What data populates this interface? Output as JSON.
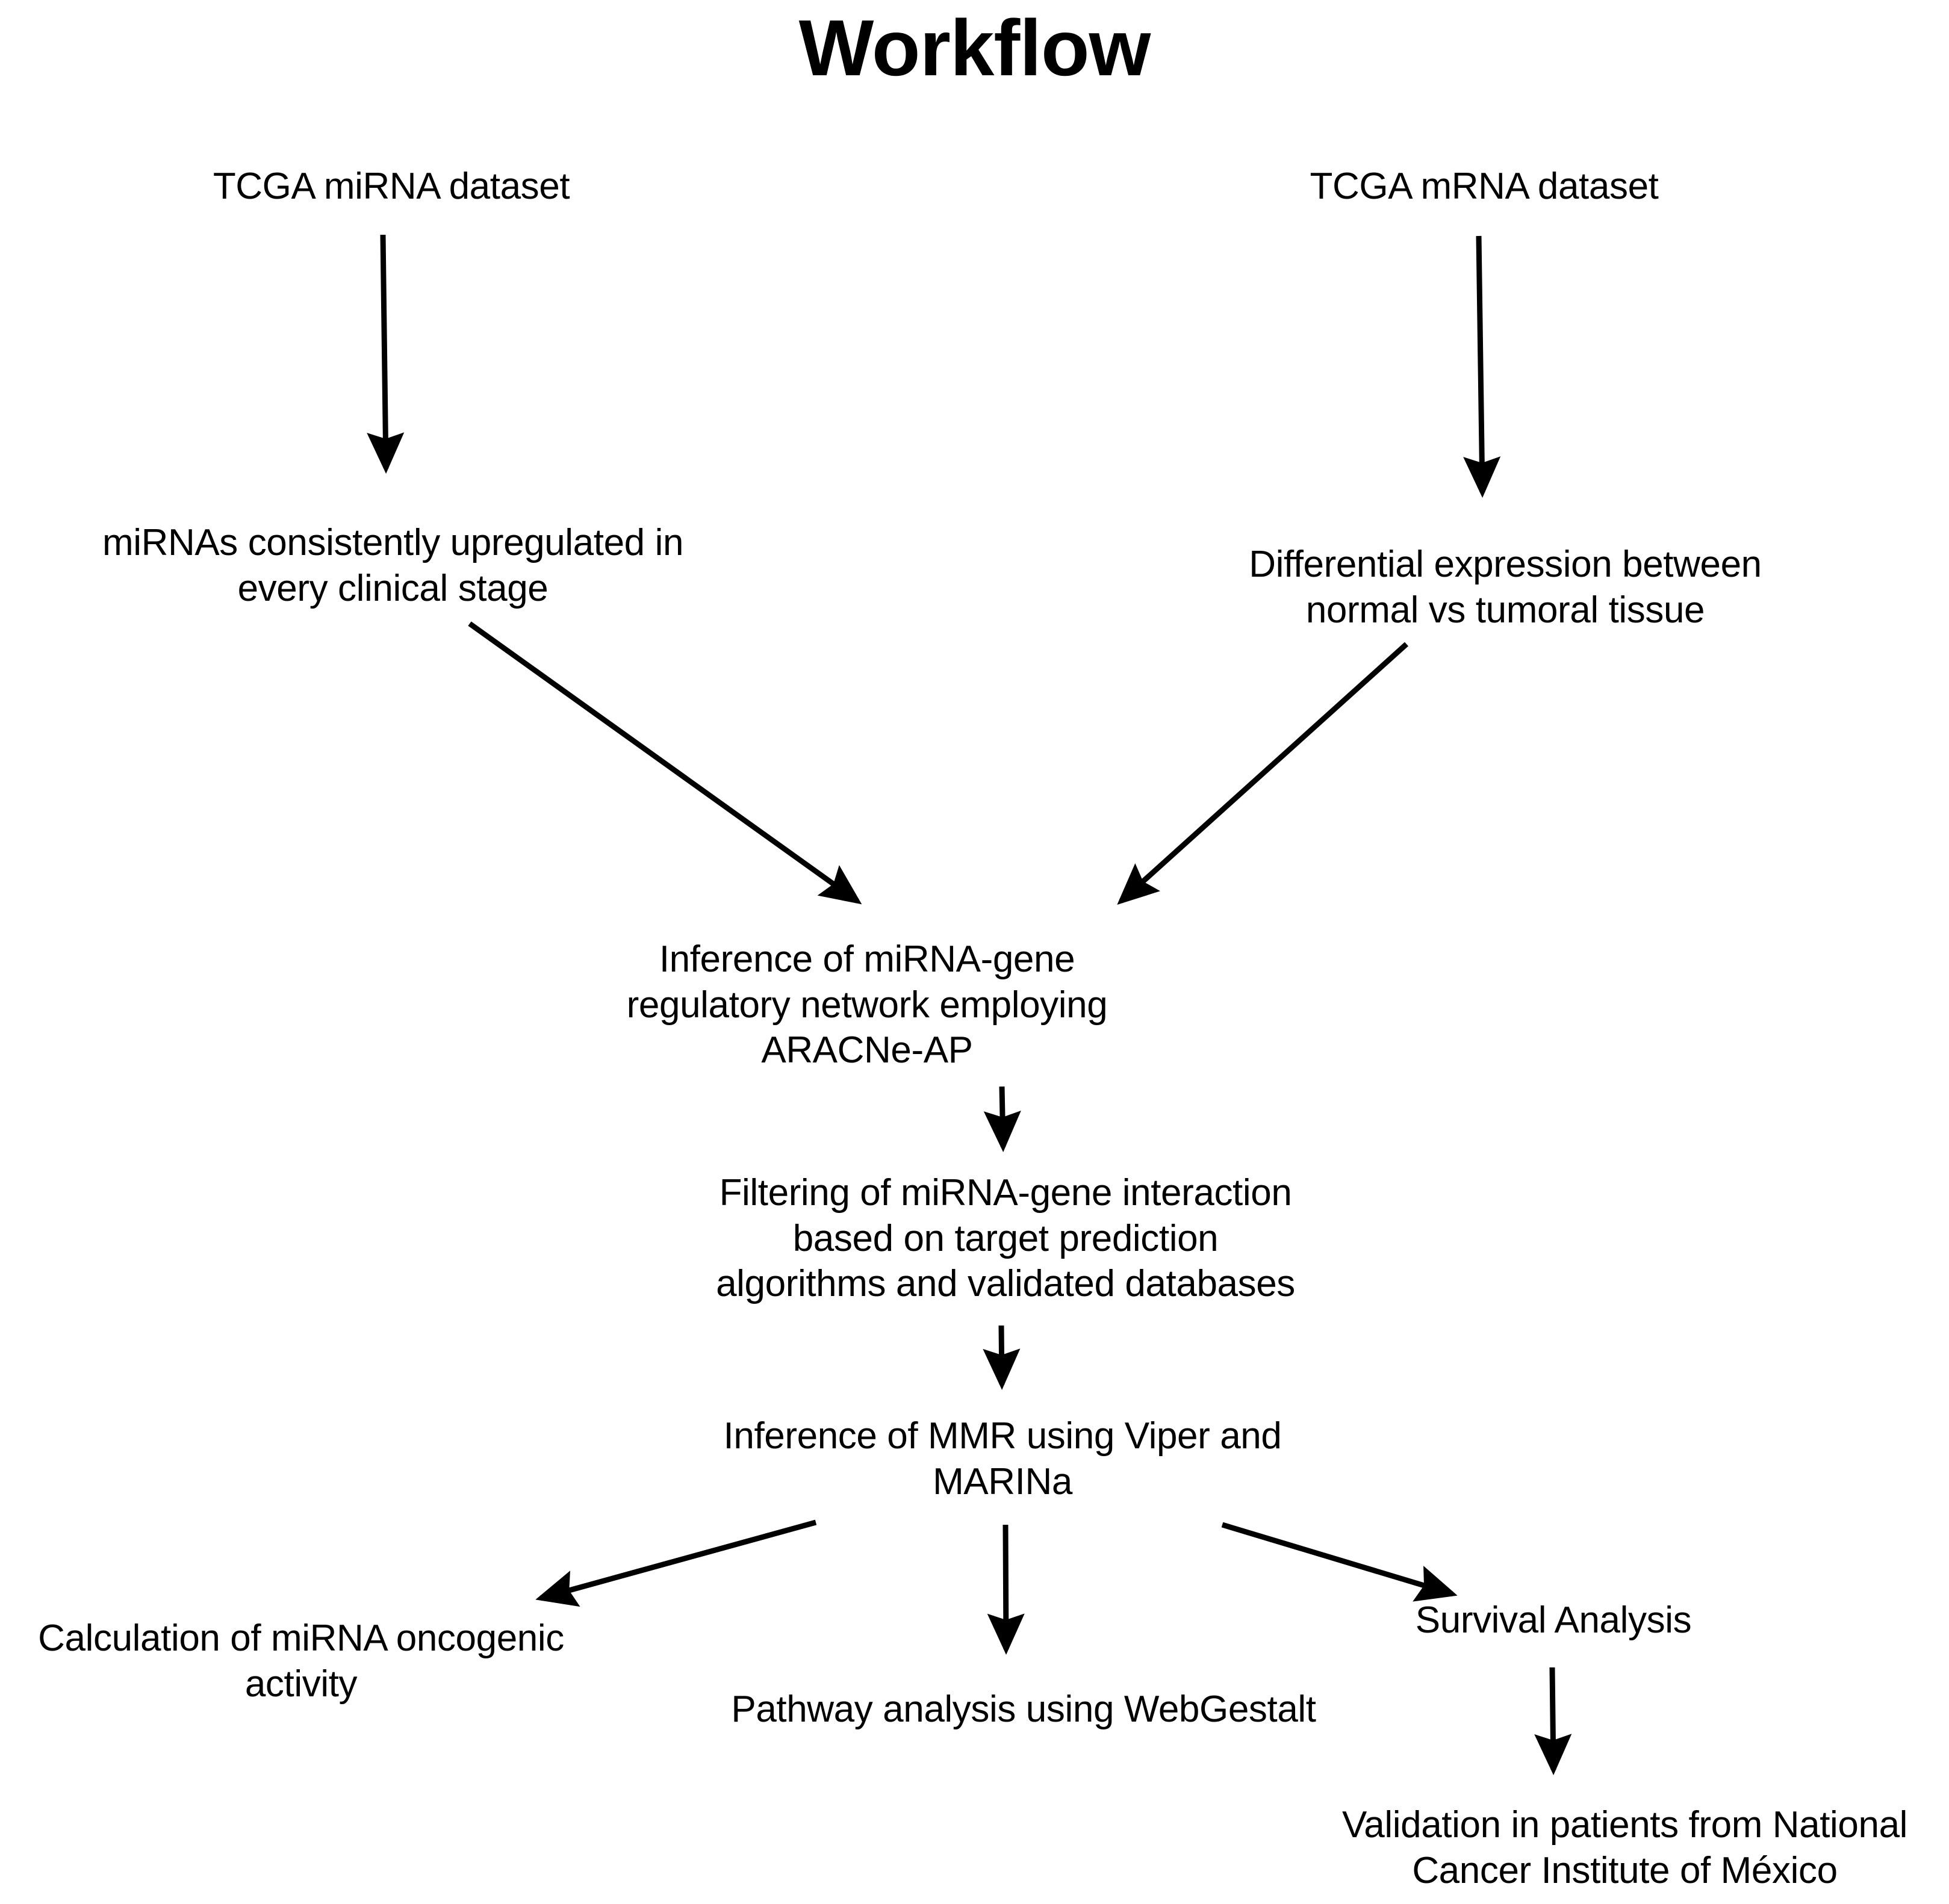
{
  "title": "Workflow",
  "colors": {
    "background": "#ffffff",
    "ink": "#000000"
  },
  "nodes": {
    "tcga_mirna": "TCGA miRNA dataset",
    "tcga_mrna": "TCGA mRNA dataset",
    "mirnas_upregulated": "miRNAs consistently upregulated in\nevery clinical stage",
    "differential_expression": "Differential expression between\nnormal vs tumoral tissue",
    "inference_network": "Inference of miRNA-gene\nregulatory network employing\nARACNe-AP",
    "filtering": "Filtering of miRNA-gene interaction\nbased on target prediction\nalgorithms and validated databases",
    "inference_mmr": "Inference of MMR using Viper and\nMARINa",
    "oncogenic_activity": "Calculation of miRNA oncogenic\nactivity",
    "pathway_analysis": "Pathway analysis using WebGestalt",
    "survival_analysis": "Survival Analysis",
    "validation": "Validation in patients from National\nCancer Institute of México"
  },
  "edges": [
    {
      "name": "tcga-mirna-to-mirnas-upregulated",
      "from": "tcga_mirna",
      "to": "mirnas_upregulated",
      "kind": "vertical"
    },
    {
      "name": "tcga-mrna-to-differential-expression",
      "from": "tcga_mrna",
      "to": "differential_expression",
      "kind": "vertical"
    },
    {
      "name": "mirnas-upregulated-to-inference-network",
      "from": "mirnas_upregulated",
      "to": "inference_network",
      "kind": "diagonal-right-down"
    },
    {
      "name": "differential-expression-to-inference-network",
      "from": "differential_expression",
      "to": "inference_network",
      "kind": "diagonal-left-down"
    },
    {
      "name": "inference-network-to-filtering",
      "from": "inference_network",
      "to": "filtering",
      "kind": "vertical"
    },
    {
      "name": "filtering-to-inference-mmr",
      "from": "filtering",
      "to": "inference_mmr",
      "kind": "vertical"
    },
    {
      "name": "inference-mmr-to-oncogenic-activity",
      "from": "inference_mmr",
      "to": "oncogenic_activity",
      "kind": "diagonal-left-down"
    },
    {
      "name": "inference-mmr-to-pathway-analysis",
      "from": "inference_mmr",
      "to": "pathway_analysis",
      "kind": "vertical"
    },
    {
      "name": "inference-mmr-to-survival-analysis",
      "from": "inference_mmr",
      "to": "survival_analysis",
      "kind": "diagonal-right-down"
    },
    {
      "name": "survival-analysis-to-validation",
      "from": "survival_analysis",
      "to": "validation",
      "kind": "vertical"
    }
  ]
}
